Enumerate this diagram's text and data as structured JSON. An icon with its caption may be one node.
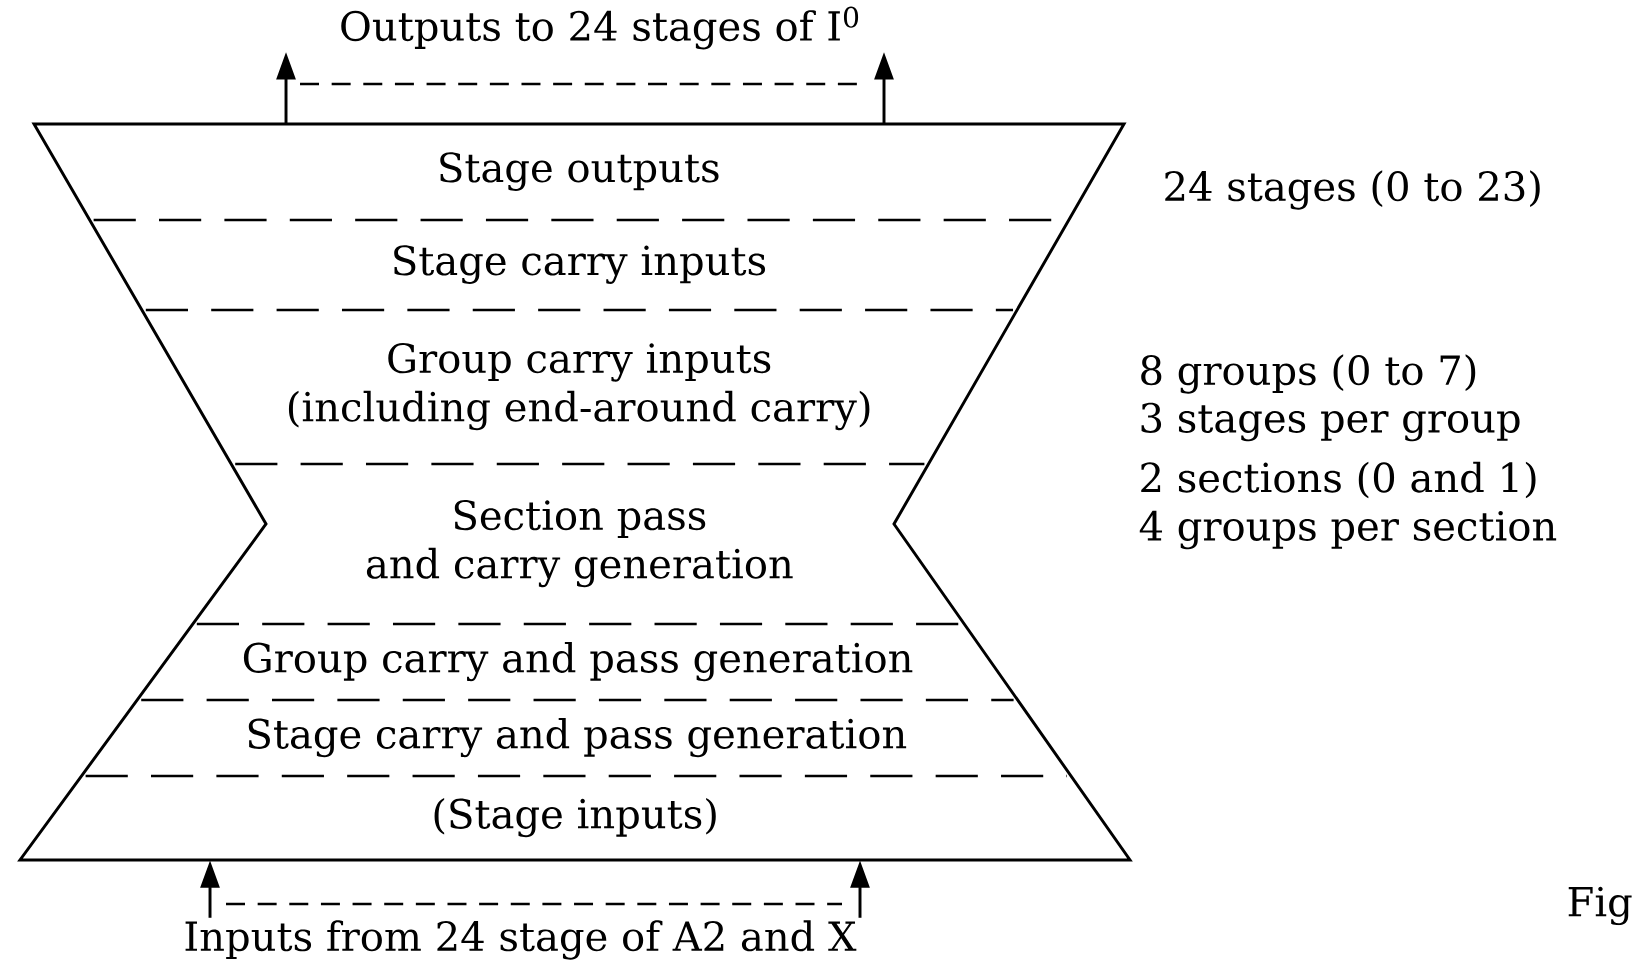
{
  "diagram": {
    "nodes": [
      {
        "text": [],
        "shape": "hourglass"
      },
      {
        "text": [
          "Stage outputs"
        ],
        "in": 0
      },
      {
        "text": [
          "Stage carry inputs"
        ],
        "in": 0
      },
      {
        "text": [
          "Group carry inputs",
          "(including end-around carry)"
        ],
        "in": 0
      },
      {
        "text": [
          "Section pass",
          "and carry generation"
        ],
        "in": 0
      },
      {
        "text": [
          "Group  carry and pass generation"
        ],
        "in": 0
      },
      {
        "text": [
          "Stage carry and  pass generation"
        ],
        "in": 0
      },
      {
        "text": [
          "(Stage inputs)"
        ],
        "in": 0
      },
      {
        "text": [
          "Outputs to 24 stages of I$^{0}$"
        ]
      },
      {
        "text": [
          "Inputs from 24 stage of A2 and X"
        ]
      }
    ],
    "edges": [
      {
        "from": 0,
        "to": 8,
        "arrow": "to"
      },
      {
        "from": 0,
        "to": 8,
        "arrow": "to"
      },
      {
        "from": 9,
        "to": 0,
        "arrow": "to"
      },
      {
        "from": 9,
        "to": 0,
        "arrow": "to"
      }
    ],
    "labels": [
      "24 stages (0 to 23)",
      "8 groups (0 to 7)",
      "3 stages per group",
      "2 sections (0 and 1)",
      "4 groups per section",
      "Fig"
    ]
  }
}
